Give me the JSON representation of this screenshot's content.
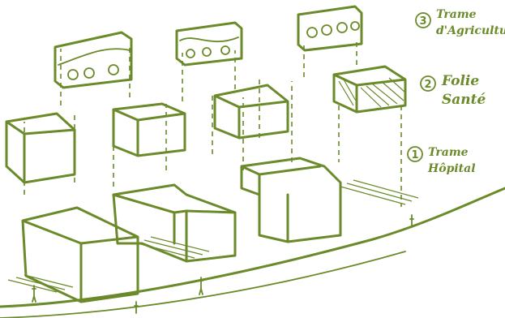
{
  "legend": [
    {
      "number": "3",
      "line1": "Trame",
      "line2": "d'Agriculture"
    },
    {
      "number": "2",
      "line1": "Folie",
      "line2": "Santé"
    },
    {
      "number": "1",
      "line1": "Trame",
      "line2": "Hôpital"
    }
  ],
  "colors": {
    "ink": "#6b8a2a",
    "paper": "#ffffff"
  }
}
